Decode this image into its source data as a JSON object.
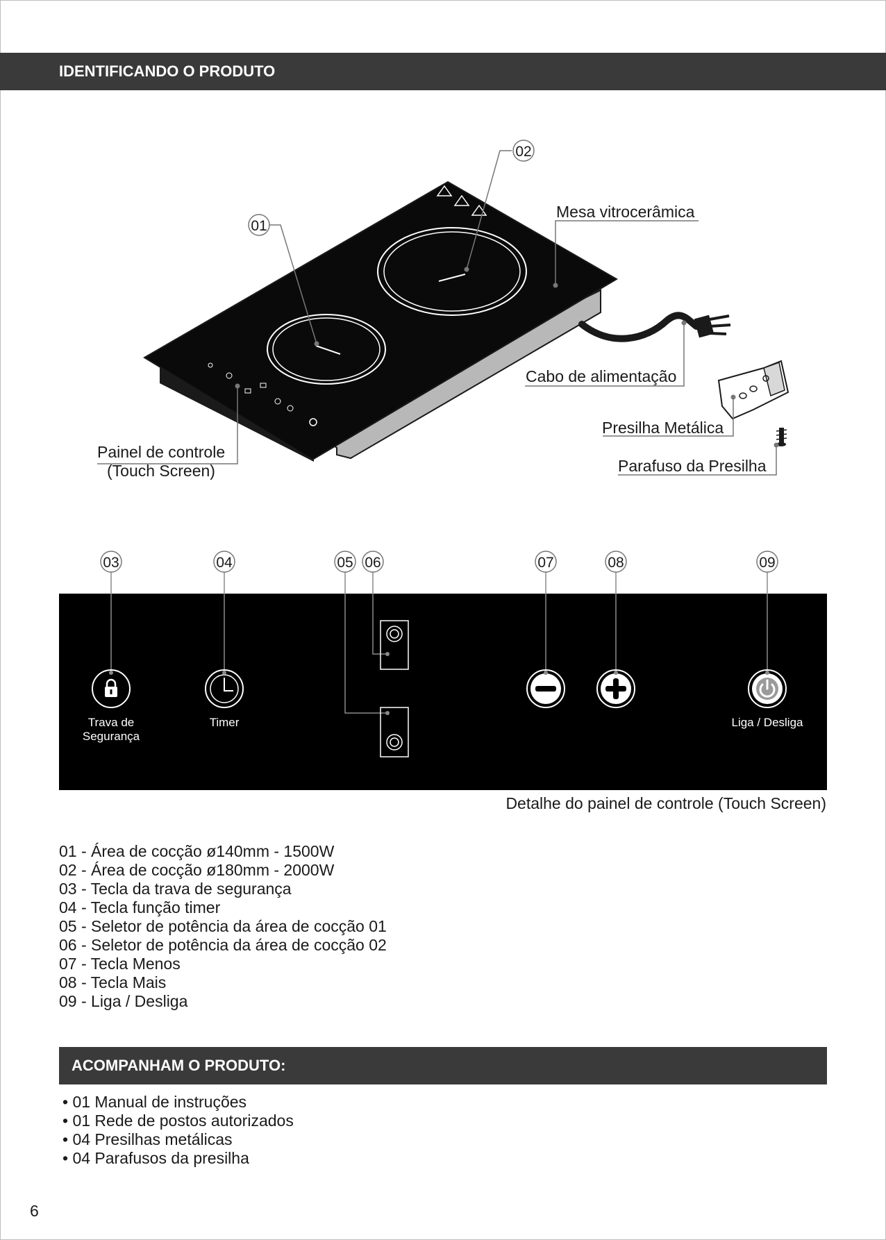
{
  "header": {
    "title": "IDENTIFICANDO O PRODUTO"
  },
  "callouts": {
    "c01": "01",
    "c02": "02",
    "c03": "03",
    "c04": "04",
    "c05": "05",
    "c06": "06",
    "c07": "07",
    "c08": "08",
    "c09": "09"
  },
  "labels": {
    "mesa": "Mesa vitrocerâmica",
    "cabo": "Cabo de alimentação",
    "presilha": "Presilha Metálica",
    "parafuso": "Parafuso da Presilha",
    "painel_line1": "Painel de controle",
    "painel_line2": "(Touch Screen)"
  },
  "panel": {
    "lock_label_line1": "Trava de",
    "lock_label_line2": "Segurança",
    "timer_label": "Timer",
    "power_label": "Liga / Desliga",
    "caption": "Detalhe do painel de controle (Touch Screen)"
  },
  "legend": [
    "01 - Área de cocção ø140mm - 1500W",
    "02 - Área de cocção ø180mm - 2000W",
    "03 - Tecla da trava de segurança",
    "04 - Tecla função timer",
    "05 - Seletor de potência da área de cocção 01",
    "06 - Seletor de potência da área de cocção 02",
    "07 - Tecla Menos",
    "08 - Tecla Mais",
    "09 - Liga / Desliga"
  ],
  "accompany": {
    "title": "ACOMPANHAM O PRODUTO:",
    "items": [
      "• 01 Manual de instruções",
      "• 01 Rede de postos autorizados",
      "• 04 Presilhas metálicas",
      "• 04 Parafusos da presilha"
    ]
  },
  "page_number": "6",
  "colors": {
    "bar": "#3a3a3a",
    "panel": "#000000",
    "icon": "#ffffff",
    "leader": "#777777"
  }
}
